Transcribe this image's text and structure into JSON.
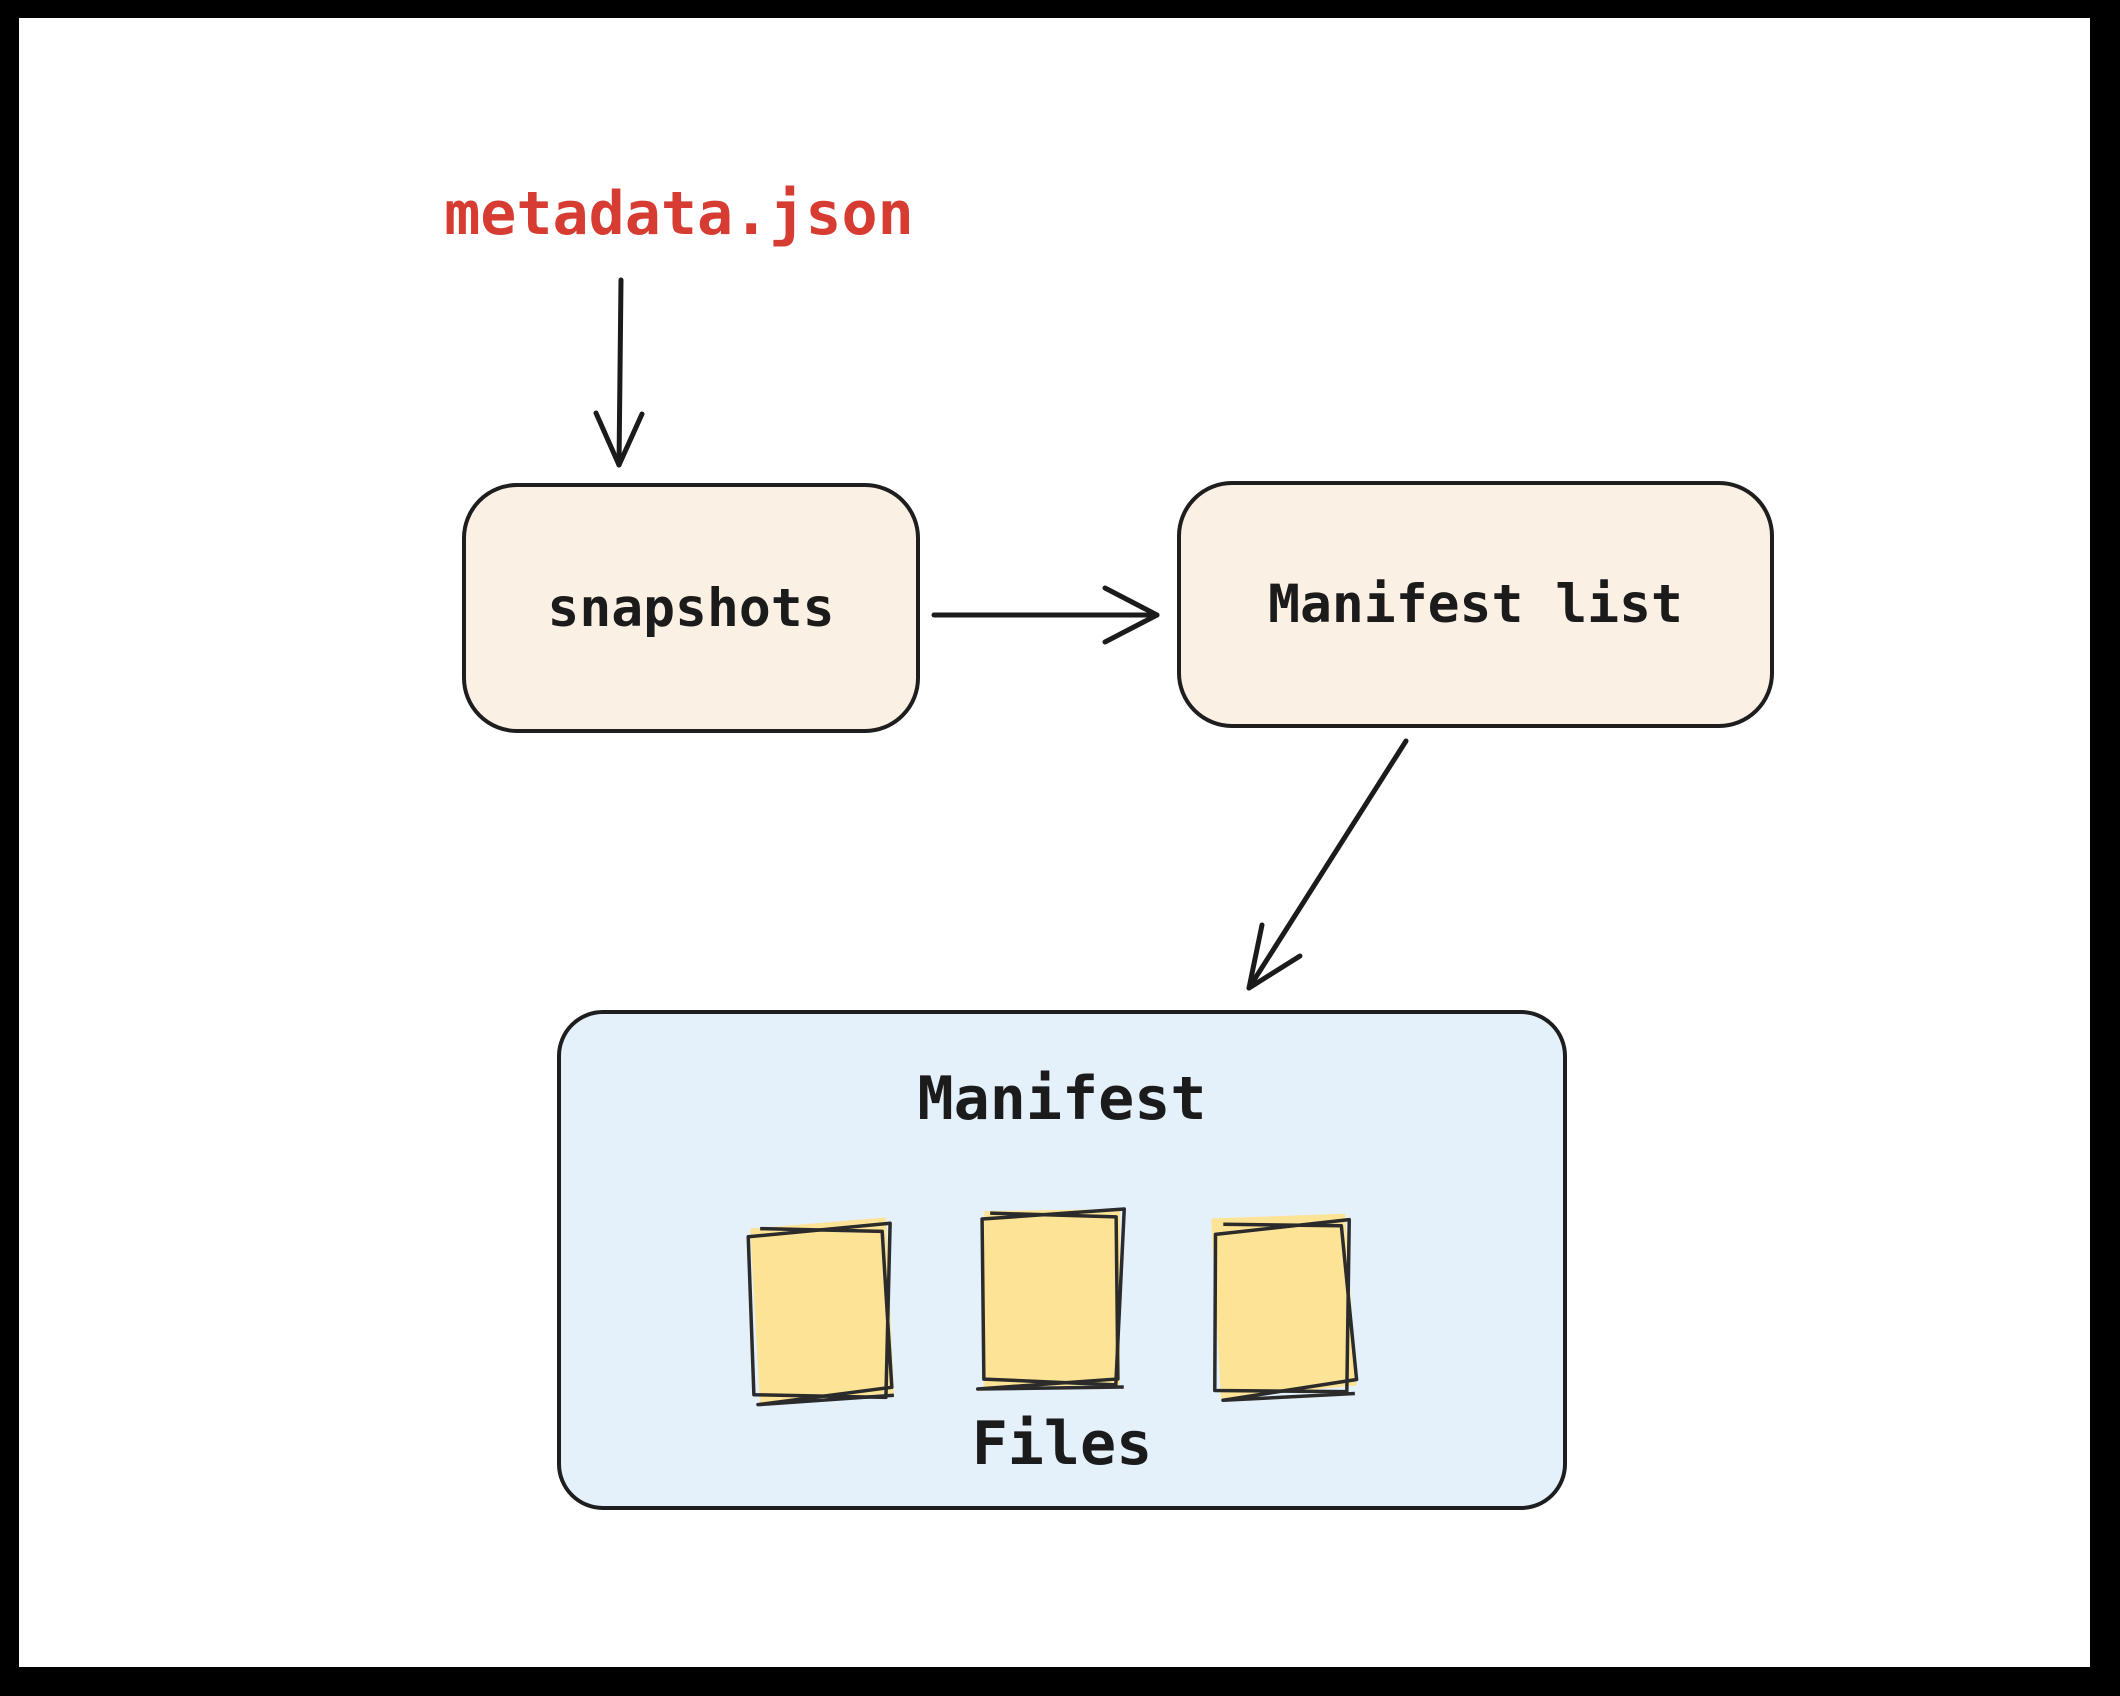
{
  "diagram": {
    "nodes": {
      "metadata": {
        "label": "metadata.json",
        "text_color": "#d63c32"
      },
      "snapshots": {
        "label": "snapshots",
        "fill": "#faf0e4"
      },
      "manifest_list": {
        "label": "Manifest list",
        "fill": "#faf0e4"
      },
      "manifest_files": {
        "title": "Manifest",
        "subtitle": "Files",
        "fill": "#e4f1fb",
        "file_icon_count": 3,
        "file_icon_color": "#fde395"
      }
    },
    "edges": [
      {
        "from": "metadata.json",
        "to": "snapshots",
        "direction": "down"
      },
      {
        "from": "snapshots",
        "to": "Manifest list",
        "direction": "right"
      },
      {
        "from": "Manifest list",
        "to": "Manifest Files",
        "direction": "down-left"
      }
    ],
    "colors": {
      "stroke": "#1e1e1e",
      "canvas_background": "#ffffff",
      "frame_background": "#000000"
    }
  }
}
